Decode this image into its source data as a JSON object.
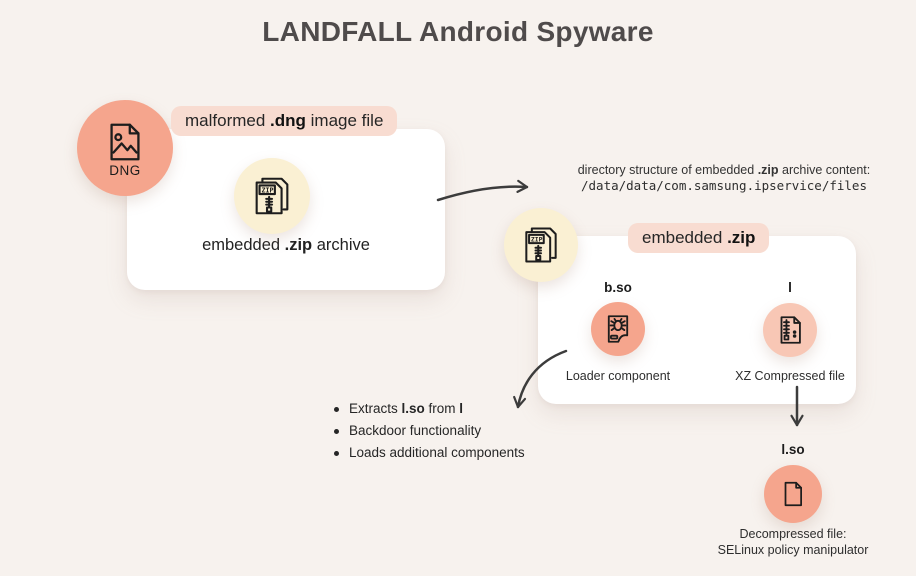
{
  "title": "LANDFALL Android Spyware",
  "colors": {
    "background": "#f7f2ee",
    "card": "#ffffff",
    "salmon_circle": "#f5a58d",
    "light_pink_circle": "#f8c7b5",
    "cream_circle": "#faf0d3",
    "pill_background": "#f8dcd1",
    "title_text": "#4f4b4b",
    "icon_stroke": "#1d1d1d",
    "arrow": "#3c3c3c"
  },
  "dng_node": {
    "icon": "image-file-icon",
    "label": "DNG"
  },
  "card1": {
    "pill": {
      "p0": "malformed ",
      "b": ".dng",
      "p1": " image file"
    },
    "zip_icon": "zip-file-icon",
    "caption": {
      "p0": "embedded ",
      "b": ".zip",
      "p1": " archive"
    }
  },
  "directory_note": {
    "line1": {
      "p0": "directory structure of embedded ",
      "b": ".zip",
      "p1": " archive content:"
    },
    "path": "/data/data/com.samsung.ipservice/files"
  },
  "card2": {
    "pill": {
      "p0": "embedded ",
      "b": ".zip"
    },
    "zip_icon": "zip-file-icon",
    "item_bso": {
      "name": "b.so",
      "icon": "malware-file-icon",
      "caption": "Loader component"
    },
    "item_l": {
      "name": "l",
      "icon": "compressed-file-icon",
      "caption": "XZ Compressed file"
    }
  },
  "bullets": [
    {
      "p0": "Extracts ",
      "b0": "l.so",
      "p1": " from ",
      "b1": "l"
    },
    {
      "p0": "Backdoor functionality"
    },
    {
      "p0": "Loads additional components"
    }
  ],
  "lso_node": {
    "name": "l.so",
    "icon": "file-icon",
    "caption_line1": "Decompressed file:",
    "caption_line2": "SELinux policy manipulator"
  }
}
